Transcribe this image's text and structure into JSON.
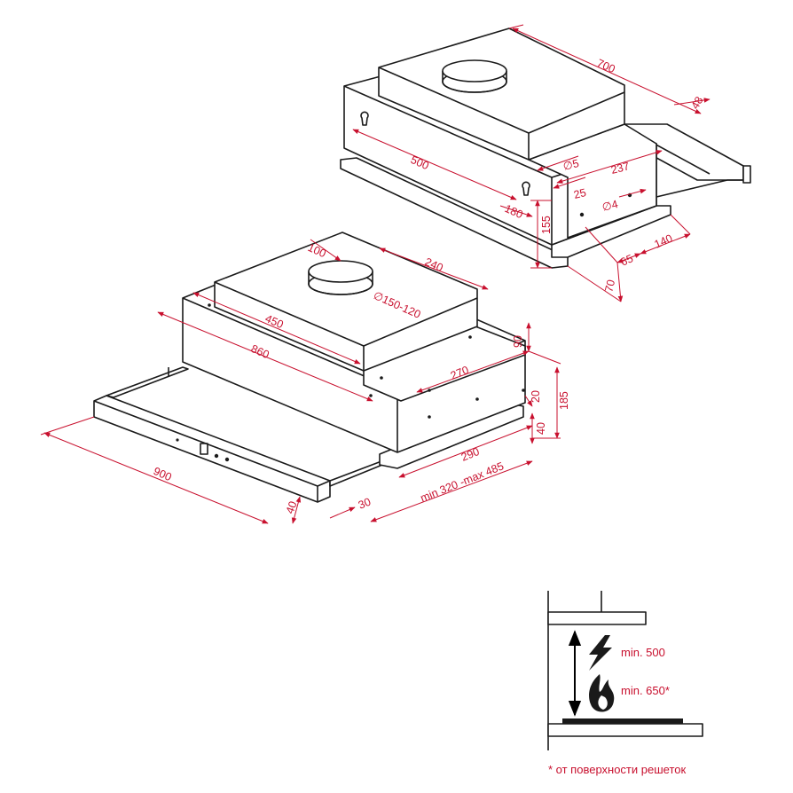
{
  "colors": {
    "line": "#1a1a1a",
    "dimension": "#c8102e",
    "background": "#ffffff"
  },
  "top_view": {
    "dims": {
      "width": "700",
      "rail_offset": "48",
      "depth": "500",
      "hole_diameter": "∅5",
      "hole_spacing": "237",
      "edge_25": "25",
      "screw_diameter": "∅4",
      "rear_offset": "180",
      "height": "155",
      "dim_140": "140",
      "dim_65": "65",
      "dim_70": "70"
    }
  },
  "front_view": {
    "dims": {
      "duct_offset": "100",
      "duct_width": "240",
      "duct_diameter": "∅150-120",
      "body_450": "450",
      "body_860": "860",
      "top_90": "90",
      "depth_270": "270",
      "total_height": "185",
      "dim_20": "20",
      "dim_40": "40",
      "panel_width": "900",
      "slide_290": "290",
      "slide_range": "min 320 -max 485",
      "panel_height": "40",
      "panel_offset": "30"
    }
  },
  "clearance": {
    "electric_label": "min. 500",
    "gas_label": "min. 650*",
    "footnote": "* от поверхности решеток",
    "icons": [
      "lightning-icon",
      "flame-icon"
    ]
  }
}
